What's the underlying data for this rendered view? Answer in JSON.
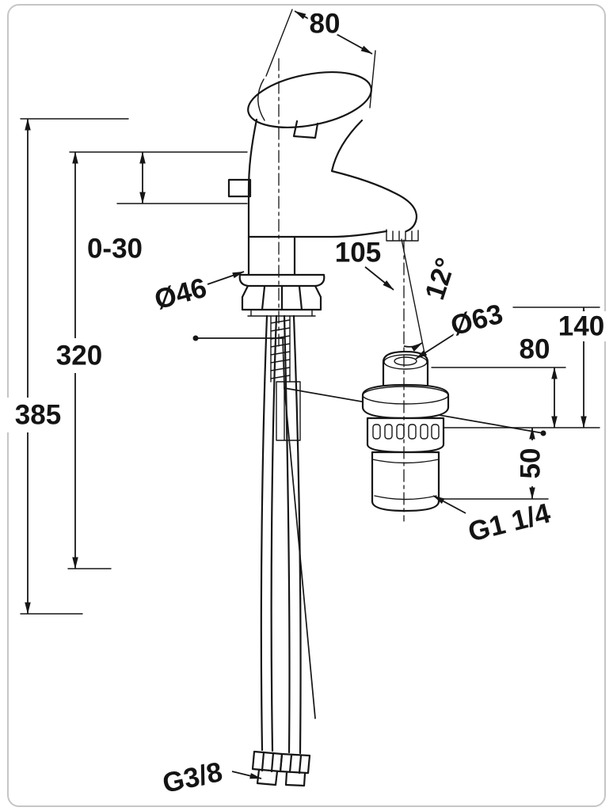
{
  "colors": {
    "line": "#161616",
    "border": "#c6c6c6",
    "background": "#ffffff"
  },
  "dimensions": {
    "lever_length": "80",
    "height_adjustment": "0-30",
    "base_diameter": "Ø46",
    "spout_reach": "105",
    "spout_angle": "12°",
    "waste_diameter": "Ø63",
    "outlet_height": "140",
    "knob_height": "80",
    "inner_height": "320",
    "total_height": "385",
    "waste_depth": "50",
    "waste_thread": "G1 1/4",
    "supply_thread": "G3/8"
  }
}
